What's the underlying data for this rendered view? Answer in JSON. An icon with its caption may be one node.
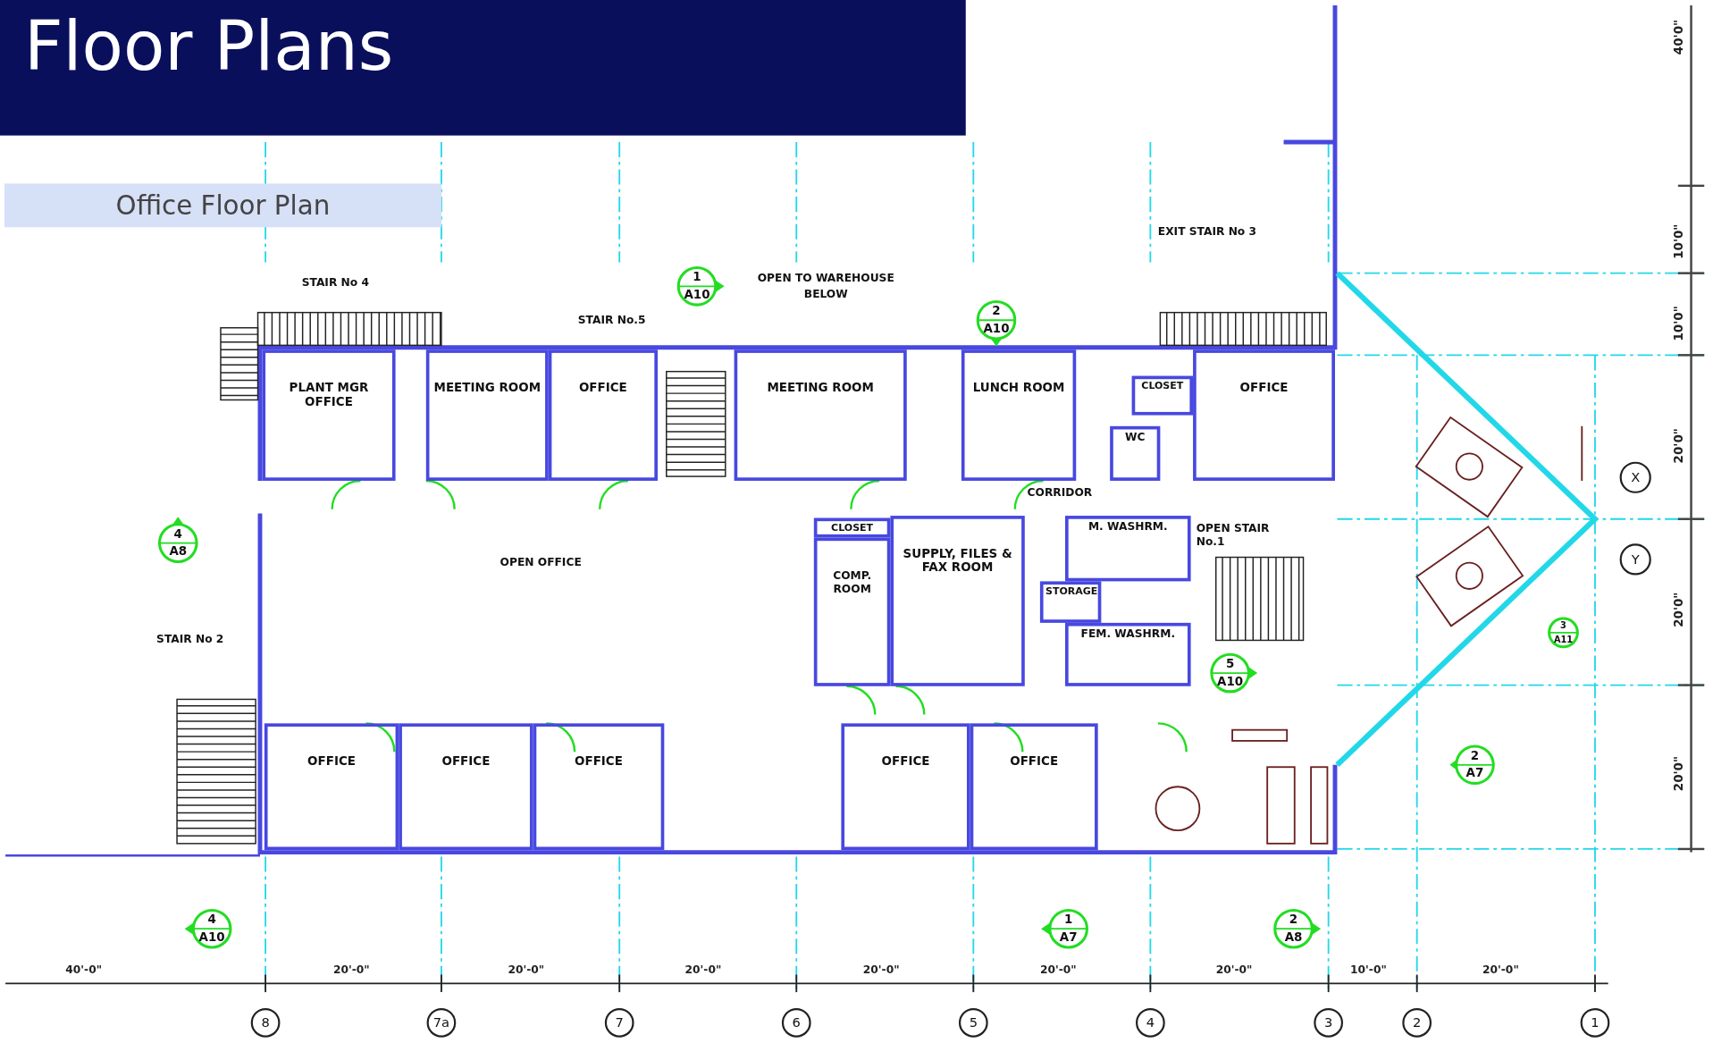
{
  "diagram": {
    "title": "Floor Plans",
    "nodes": [
      {
        "text": [
          "1",
          "A10"
        ]
      },
      {
        "text": [
          "2",
          "A10"
        ]
      },
      {
        "text": [
          "PLANT MGR OFFICE"
        ]
      },
      {
        "text": [
          "MEETING ROOM"
        ]
      },
      {
        "text": [
          "OFFICE"
        ]
      },
      {
        "text": [
          "MEETING ROOM"
        ]
      },
      {
        "text": [
          "LUNCH ROOM"
        ]
      },
      {
        "text": [
          "CLOSET"
        ]
      },
      {
        "text": [
          "OFFICE"
        ]
      },
      {
        "text": [
          "WC"
        ]
      },
      {
        "text": [
          "X"
        ]
      },
      {
        "text": [
          "CLOSET"
        ]
      },
      {
        "text": [
          "M. WASHRM."
        ]
      },
      {
        "text": [
          "OPEN STAIR No.1"
        ]
      },
      {
        "text": [
          "4",
          "A8"
        ]
      },
      {
        "text": [
          "SUPPLY, FILES & FAX ROOM"
        ]
      },
      {
        "text": [
          "COMP. ROOM"
        ]
      },
      {
        "text": [
          "Y"
        ]
      },
      {
        "text": [
          "STORAGE"
        ]
      },
      {
        "text": [
          "FEM. WASHRM."
        ]
      },
      {
        "text": [
          "3",
          "A11"
        ]
      },
      {
        "text": [
          "5",
          "A10"
        ]
      },
      {
        "text": [
          "OFFICE"
        ]
      },
      {
        "text": [
          "OFFICE"
        ]
      },
      {
        "text": [
          "OFFICE"
        ]
      },
      {
        "text": [
          "OFFICE"
        ]
      },
      {
        "text": [
          "OFFICE"
        ]
      },
      {
        "text": [
          "2",
          "A7"
        ]
      },
      {
        "text": [
          "4",
          "A10"
        ]
      },
      {
        "text": [
          "1",
          "A7"
        ]
      },
      {
        "text": [
          "2",
          "A8"
        ]
      },
      {
        "text": [
          "8"
        ]
      },
      {
        "text": [
          "7a"
        ]
      },
      {
        "text": [
          "7"
        ]
      },
      {
        "text": [
          "6"
        ]
      },
      {
        "text": [
          "5"
        ]
      },
      {
        "text": [
          "4"
        ]
      },
      {
        "text": [
          "3"
        ]
      },
      {
        "text": [
          "2"
        ]
      },
      {
        "text": [
          "1"
        ]
      }
    ],
    "labels": [
      "Office Floor Plan",
      "40'0\"",
      "EXIT STAIR No 3",
      "10'0\"",
      "OPEN TO WAREHOUSE BELOW",
      "STAIR No 4",
      "10'0\"",
      "STAIR No.5",
      "20'0\"",
      "CORRIDOR",
      "OPEN OFFICE",
      "20'0\"",
      "STAIR No 2",
      "20'0\"",
      "40'-0\"",
      "20'-0\"",
      "20'-0\"",
      "20'-0\"",
      "20'-0\"",
      "20'-0\"",
      "20'-0\"",
      "10'-0\"",
      "20'-0\""
    ]
  }
}
